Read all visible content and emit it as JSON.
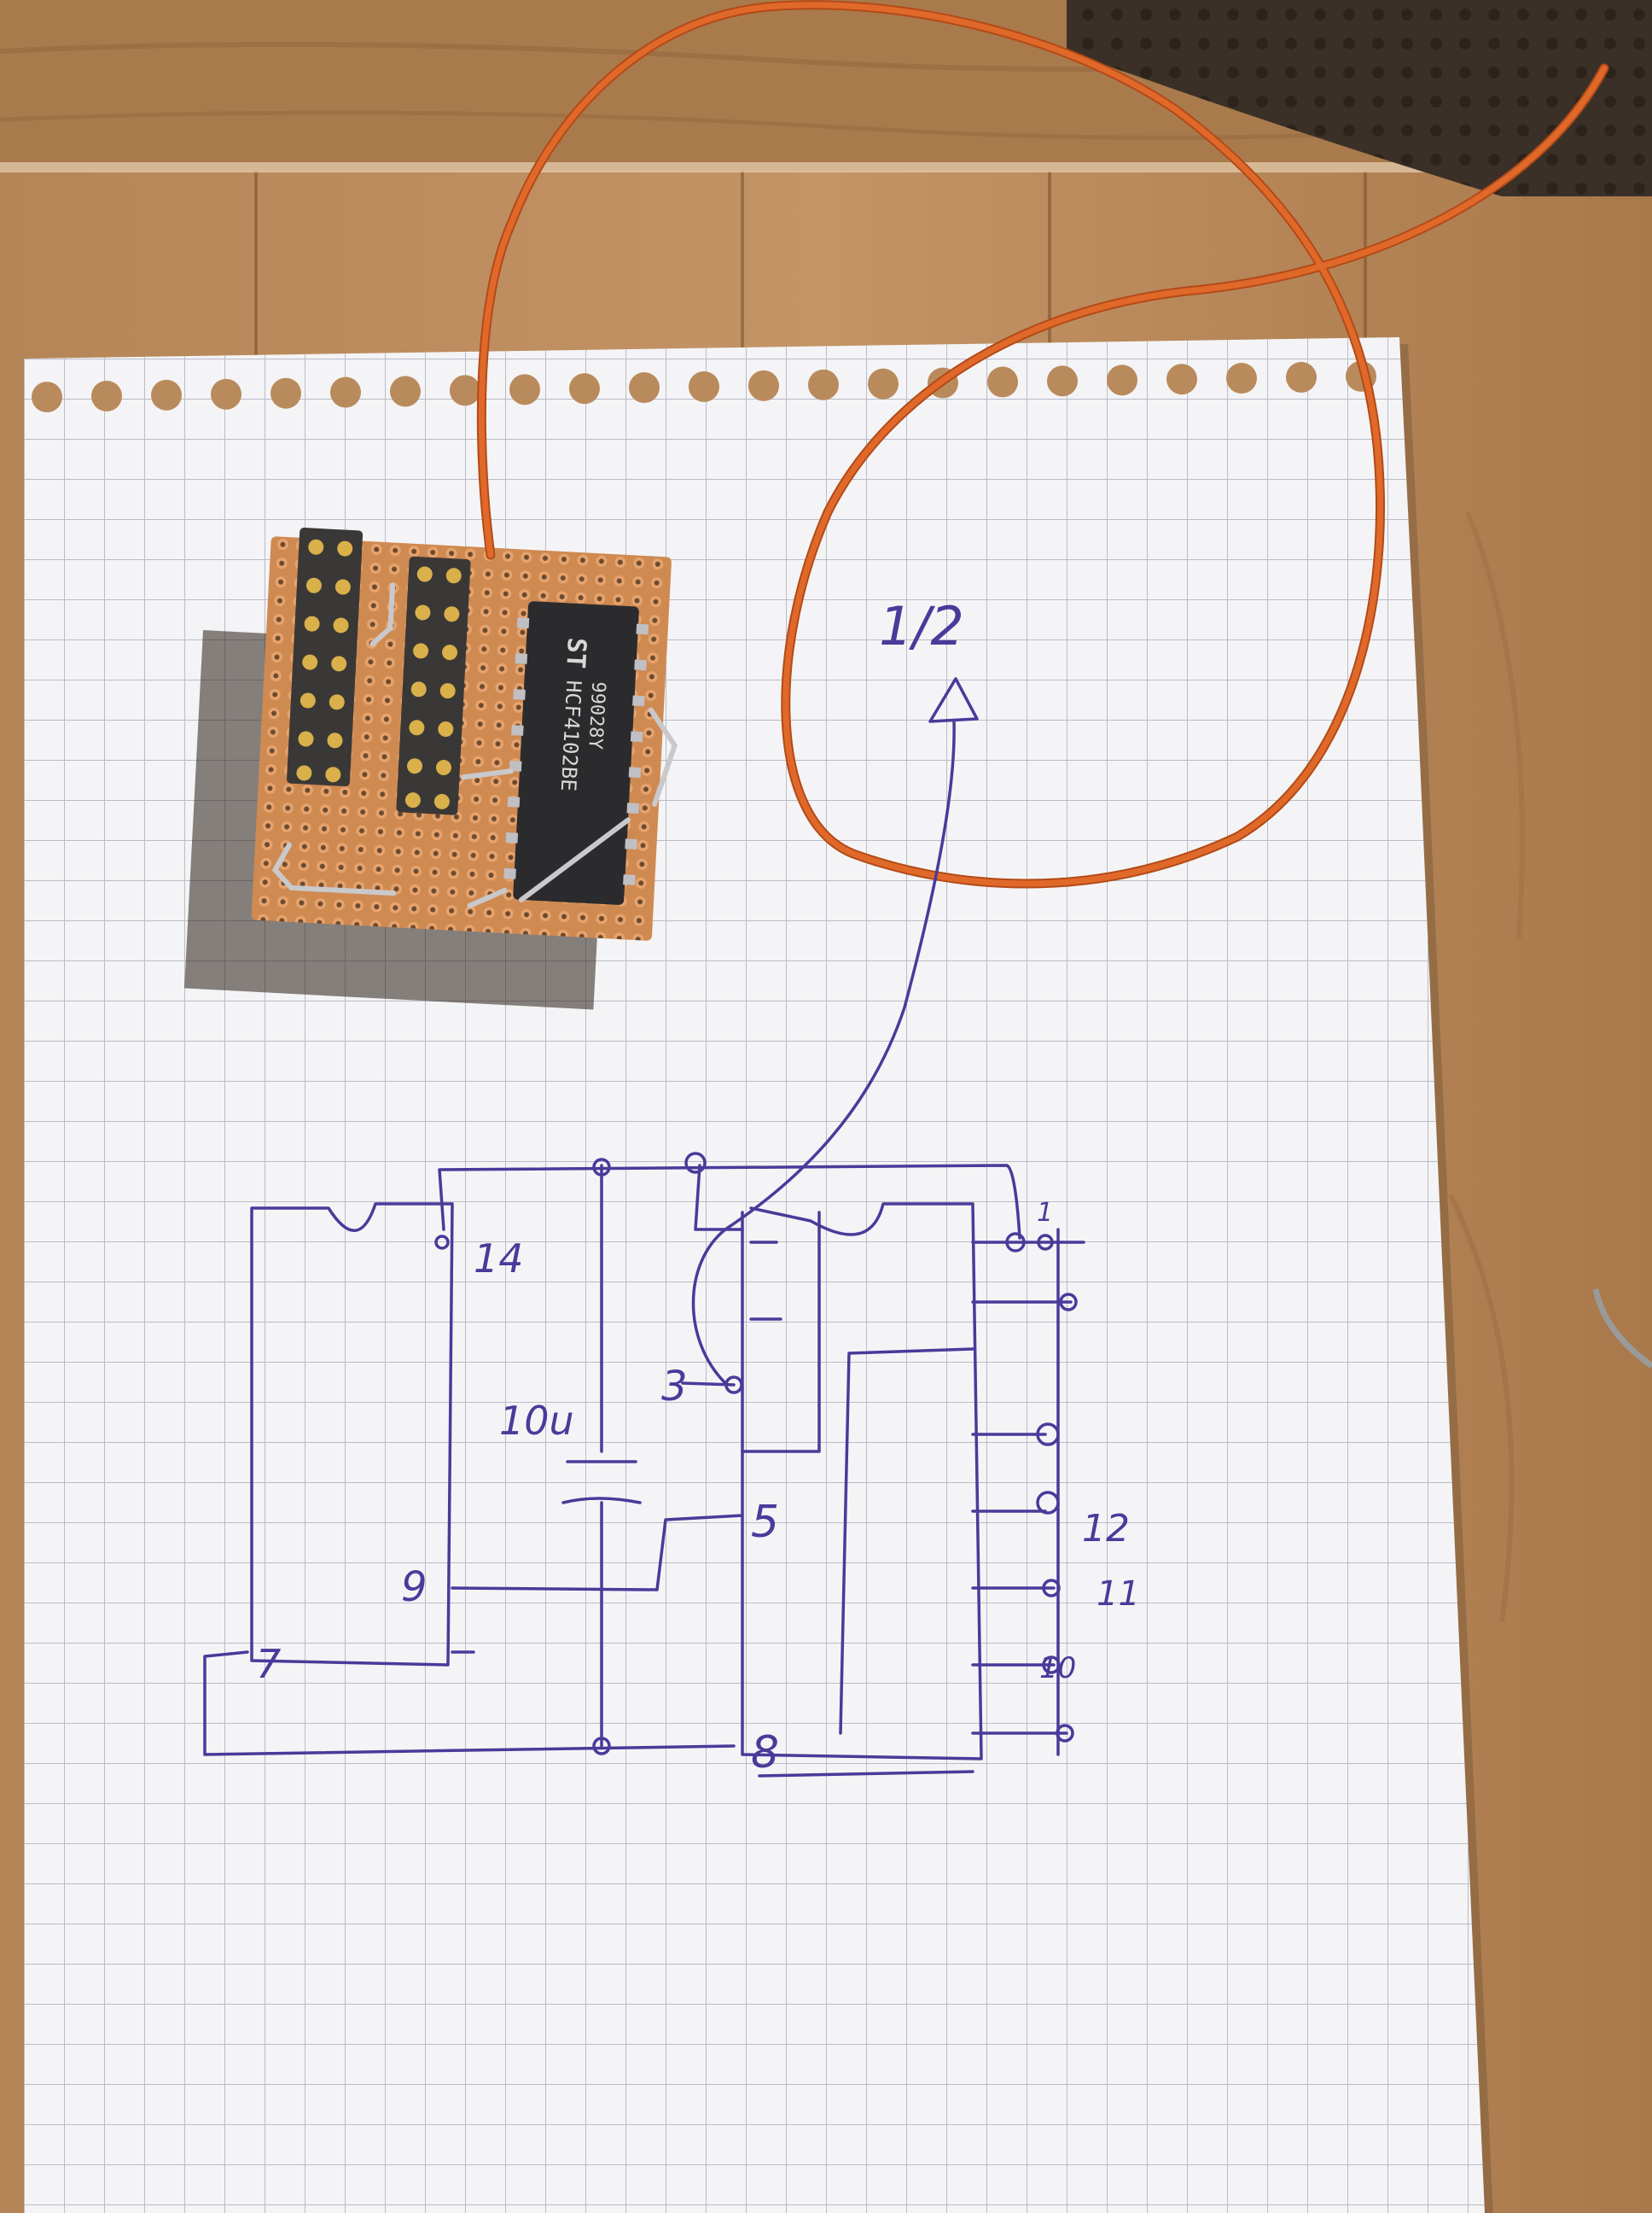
{
  "photo": {
    "subject": "",
    "colors": {
      "table": "#b98a5c",
      "table_dark": "#8a6238",
      "paper": "#f4f4f6",
      "grid": "#b9bcc8",
      "ink": "#4a3a9a",
      "wire": "#e0692a",
      "board": "#cf8a52",
      "chip": "#2b2b2e",
      "socket": "#3a3836",
      "gold": "#d9b04a"
    }
  },
  "chip": {
    "logo": "ST",
    "line1": "HCF4102BE",
    "line2": "99028Y"
  },
  "schematic": {
    "output_label": "1/2",
    "capacitor_label": "10u",
    "pin_labels": {
      "p14": "14",
      "p9": "9",
      "p7": "7",
      "p3": "3",
      "p5": "5",
      "p8": "8",
      "p12": "12",
      "p11": "11",
      "p10": "10",
      "p1": "1"
    }
  }
}
